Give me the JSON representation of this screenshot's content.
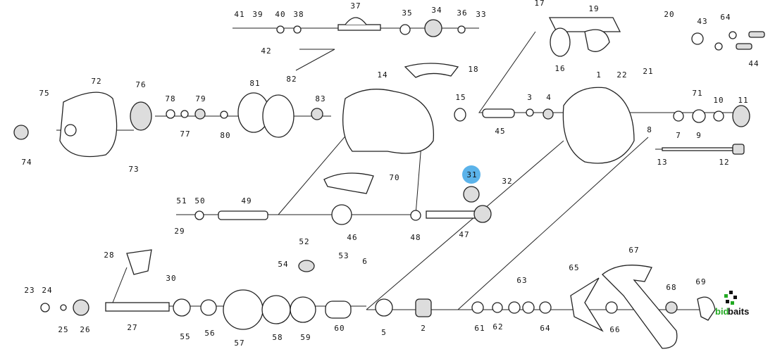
{
  "diagram": {
    "labels": [
      "41",
      "39",
      "40",
      "38",
      "42",
      "37",
      "35",
      "34",
      "36",
      "33",
      "17",
      "19",
      "20",
      "43",
      "64",
      "44",
      "16",
      "22",
      "21",
      "72",
      "76",
      "78",
      "79",
      "81",
      "82",
      "14",
      "18",
      "15",
      "3",
      "4",
      "1",
      "71",
      "10",
      "11",
      "75",
      "77",
      "80",
      "83",
      "45",
      "8",
      "7",
      "9",
      "74",
      "73",
      "70",
      "31",
      "32",
      "13",
      "12",
      "51",
      "50",
      "49",
      "47",
      "48",
      "46",
      "29",
      "28",
      "52",
      "53",
      "30",
      "54",
      "6",
      "63",
      "65",
      "67",
      "68",
      "69",
      "23",
      "24",
      "25",
      "26",
      "27",
      "55",
      "56",
      "57",
      "58",
      "59",
      "60",
      "5",
      "2",
      "61",
      "62",
      "64",
      "66"
    ],
    "highlighted_part": "31",
    "highlight_color": "#5bb3ea"
  },
  "logo": {
    "text_a": "bid",
    "text_b": "baits",
    "green": "#22aa22"
  }
}
